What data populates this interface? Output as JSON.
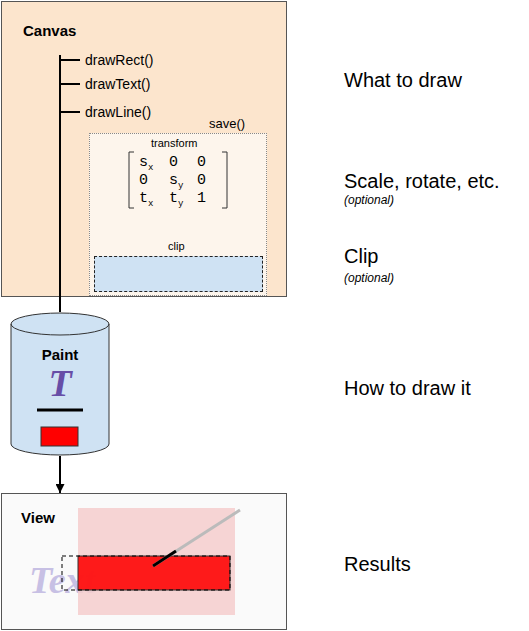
{
  "diagram": {
    "nodes": [
      {
        "text": [
          "Canvas"
        ]
      },
      {
        "text": [
          "save()"
        ],
        "in": 0
      },
      {
        "text": [
          "clip"
        ],
        "in": 1
      },
      {
        "text": [
          "Paint",
          "T"
        ]
      },
      {
        "text": [
          "View",
          "Text"
        ]
      }
    ],
    "edges": [
      {
        "from": 0,
        "to": 3,
        "arrow": "none"
      },
      {
        "from": 3,
        "to": 4,
        "arrow": "to"
      }
    ],
    "labels": [
      "drawRect()",
      "drawText()",
      "drawLine()",
      "transform",
      "s",
      "x",
      "0",
      "0",
      "0",
      "s",
      "y",
      "0",
      "t",
      "x",
      "t",
      "y",
      "1",
      "What to draw",
      "Scale, rotate, etc.",
      "(optional)",
      "Clip",
      "(optional)",
      "How to draw it",
      "Results"
    ]
  }
}
